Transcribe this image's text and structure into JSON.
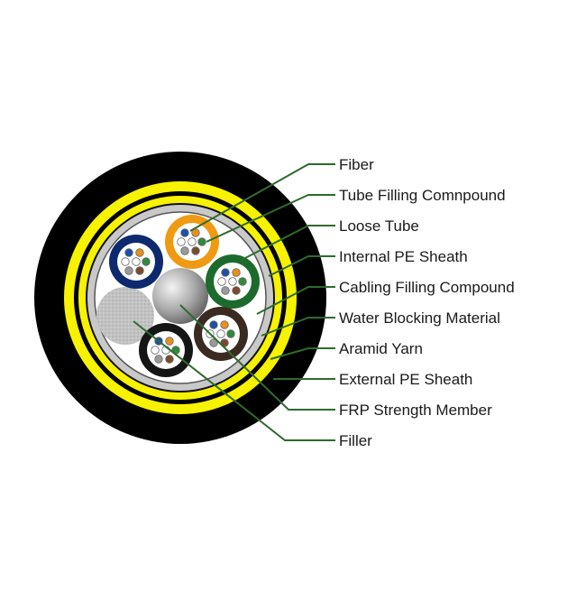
{
  "labels": [
    "Fiber",
    "Tube Filling Comnpound",
    "Loose Tube",
    "Internal PE Sheath",
    "Cabling Filling Compound",
    "Water Blocking Material",
    "Aramid Yarn",
    "External PE Sheath",
    "FRP Strength Member",
    "Filler"
  ],
  "colors": {
    "outer_sheath": "#000000",
    "aramid_yarn": "#f7f200",
    "internal_sheath": "#c9c9c9",
    "leader_line": "#2e6b2e",
    "tube_blue": "#0d2a6e",
    "tube_orange": "#f09a12",
    "tube_green": "#1d6b2c",
    "tube_brown": "#3b2a20",
    "tube_black": "#151515",
    "filler": "#bdbdbd",
    "frp": "#9a9a9a"
  },
  "fiber_colors": [
    "#1f4fa8",
    "#e8901a",
    "#2f8a3a",
    "#7a4a2a",
    "#9a9a9a",
    "#ffffff"
  ]
}
